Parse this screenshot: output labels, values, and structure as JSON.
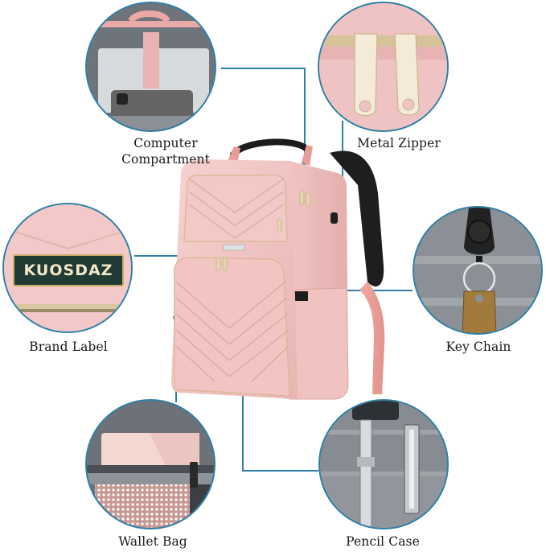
{
  "brand": "KUOSDAZ",
  "colors": {
    "accent_line": "#2f7fa6",
    "backpack_pink": "#f2c7c7",
    "lining_gray": "#8f9399",
    "label_text": "#1a1a1a",
    "brand_plate": "#1f3b34",
    "zipper_gold": "#e6d6b0"
  },
  "features": [
    {
      "id": "computer-compartment",
      "label_line1": "Computer",
      "label_line2": "Compartment",
      "icon": "laptop-compartment-icon"
    },
    {
      "id": "metal-zipper",
      "label": "Metal Zipper",
      "icon": "zipper-pull-icon"
    },
    {
      "id": "brand-label",
      "label": "Brand Label",
      "plate_text": "KUOSDAZ",
      "icon": "brand-plate-icon"
    },
    {
      "id": "key-chain",
      "label": "Key Chain",
      "icon": "key-chain-icon"
    },
    {
      "id": "wallet-bag",
      "label": "Wallet Bag",
      "icon": "wallet-pocket-icon"
    },
    {
      "id": "pencil-case",
      "label": "Pencil Case",
      "icon": "pen-holder-icon"
    }
  ]
}
